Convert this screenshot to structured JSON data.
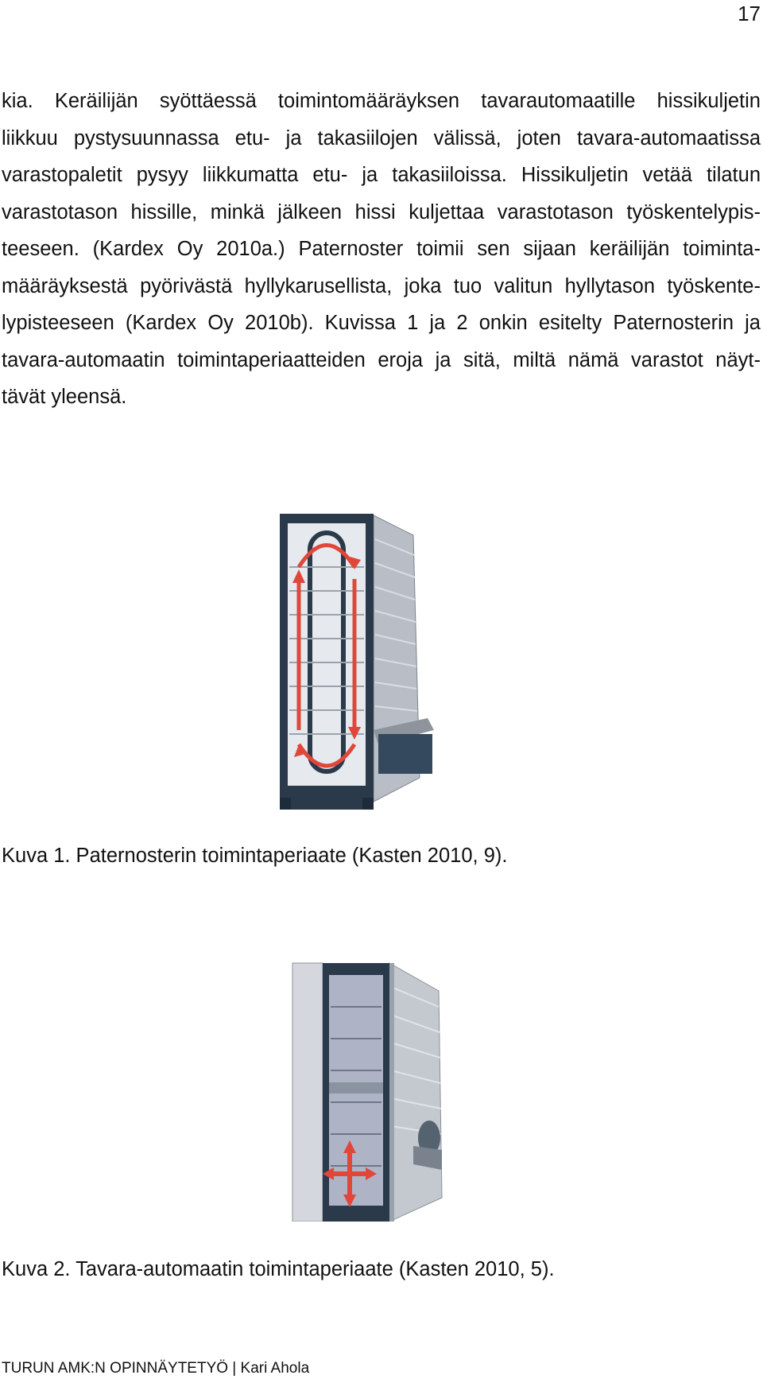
{
  "page": {
    "number": "17",
    "paragraph_lines": [
      "kia. Keräilijän syöttäessä toimintomääräyksen tavarautomaatille hissikuljetin",
      "liikkuu pystysuunnassa etu- ja takasiilojen välissä, joten tavara-automaatissa",
      "varastopaletit pysyy liikkumatta etu- ja takasiiloissa. Hissikuljetin vetää tilatun",
      "varastotason hissille, minkä jälkeen hissi kuljettaa varastotason työskentelypis-",
      "teeseen. (Kardex Oy 2010a.) Paternoster toimii sen sijaan keräilijän toiminta-",
      "määräyksestä pyörivästä hyllykarusellista, joka tuo valitun hyllytason työskente-",
      "lypisteeseen (Kardex Oy 2010b). Kuvissa 1 ja 2 onkin esitelty Paternosterin ja",
      "tavara-automaatin toimintaperiaatteiden eroja ja sitä, miltä nämä varastot näyt-",
      "tävät yleensä."
    ],
    "figures": [
      {
        "caption": "Kuva 1. Paternosterin toimintaperiaate (Kasten 2010, 9).",
        "icon": "paternoster-carousel-illustration"
      },
      {
        "caption": "Kuva 2. Tavara-automaatin toimintaperiaate (Kasten 2010, 5).",
        "icon": "vertical-lift-module-illustration"
      }
    ],
    "footer": "TURUN AMK:N OPINNÄYTETYÖ | Kari Ahola"
  },
  "colors": {
    "text": "#111111",
    "frame": "#2a3a4a",
    "arrow": "#e0473a",
    "panel": "#d4d8de"
  }
}
